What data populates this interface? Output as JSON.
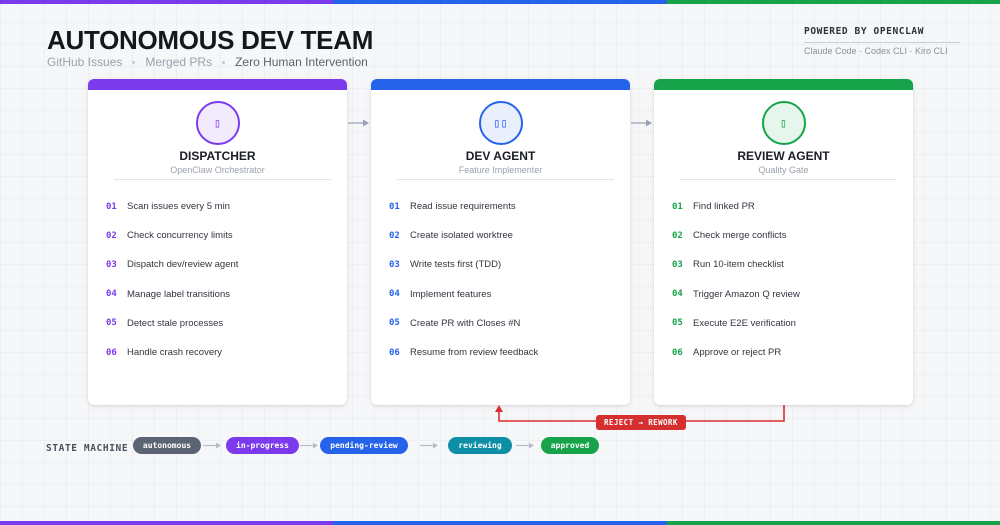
{
  "header": {
    "title": "AUTONOMOUS DEV TEAM",
    "subtitle": [
      "GitHub Issues",
      "Merged PRs",
      "Zero Human Intervention"
    ]
  },
  "powered": {
    "label": "POWERED BY OPENCLAW",
    "tools": "Claude Code · Codex CLI · Kiro CLI"
  },
  "colors": {
    "purple": "#7c3aed",
    "blue": "#2563eb",
    "green": "#16a34a",
    "red": "#d62f2f",
    "gray": "#5b6472",
    "teal": "#0e8fa6",
    "arrow": "#b7bcc6"
  },
  "cards": [
    {
      "title": "DISPATCHER",
      "subtitle": "OpenClaw Orchestrator",
      "icon": "▯",
      "icon_name": "dispatcher-icon",
      "steps": [
        {
          "num": "01",
          "text": "Scan issues every 5 min"
        },
        {
          "num": "02",
          "text": "Check concurrency limits"
        },
        {
          "num": "03",
          "text": "Dispatch dev/review agent"
        },
        {
          "num": "04",
          "text": "Manage label transitions"
        },
        {
          "num": "05",
          "text": "Detect stale processes"
        },
        {
          "num": "06",
          "text": "Handle crash recovery"
        }
      ]
    },
    {
      "title": "DEV AGENT",
      "subtitle": "Feature Implementer",
      "icon": "▯▯",
      "icon_name": "dev-agent-icon",
      "steps": [
        {
          "num": "01",
          "text": "Read issue requirements"
        },
        {
          "num": "02",
          "text": "Create isolated worktree"
        },
        {
          "num": "03",
          "text": "Write tests first (TDD)"
        },
        {
          "num": "04",
          "text": "Implement features"
        },
        {
          "num": "05",
          "text": "Create PR with Closes #N"
        },
        {
          "num": "06",
          "text": "Resume from review feedback"
        }
      ]
    },
    {
      "title": "REVIEW AGENT",
      "subtitle": "Quality Gate",
      "icon": "▯",
      "icon_name": "review-agent-icon",
      "steps": [
        {
          "num": "01",
          "text": "Find linked PR"
        },
        {
          "num": "02",
          "text": "Check merge conflicts"
        },
        {
          "num": "03",
          "text": "Run 10-item checklist"
        },
        {
          "num": "04",
          "text": "Trigger Amazon Q review"
        },
        {
          "num": "05",
          "text": "Execute E2E verification"
        },
        {
          "num": "06",
          "text": "Approve or reject PR"
        }
      ]
    }
  ],
  "rework": {
    "label": "REJECT → REWORK"
  },
  "state_machine": {
    "label": "STATE MACHINE",
    "states": [
      "autonomous",
      "in-progress",
      "pending-review",
      "reviewing",
      "approved"
    ]
  }
}
